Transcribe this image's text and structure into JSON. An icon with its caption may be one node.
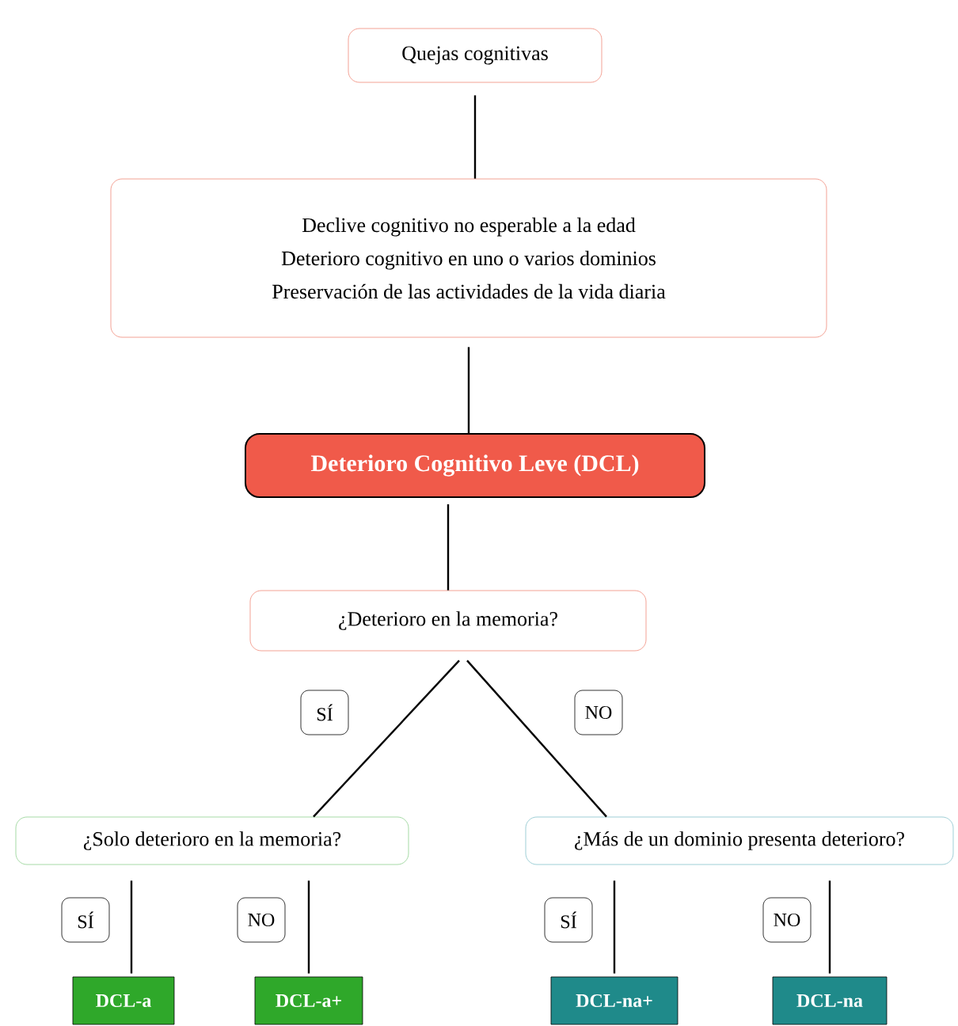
{
  "diagram": {
    "nodes": [
      {
        "text": [
          "Quejas cognitivas"
        ]
      },
      {
        "text": [
          "Declive cognitivo no esperable a la edad",
          "Deterioro cognitivo en uno o varios dominios",
          "Preservación de las actividades de la vida diaria"
        ]
      },
      {
        "text": [
          "Deterioro Cognitivo Leve (DCL)"
        ]
      },
      {
        "text": [
          "¿Deterioro en la memoria?"
        ]
      },
      {
        "text": [
          "¿Solo deterioro en la memoria?"
        ]
      },
      {
        "text": [
          "¿Más de un dominio presenta deterioro?"
        ]
      },
      {
        "text": [
          "DCL-a"
        ]
      },
      {
        "text": [
          "DCL-a+"
        ]
      },
      {
        "text": [
          "DCL-na+"
        ]
      },
      {
        "text": [
          "DCL-na"
        ]
      }
    ],
    "edges": [
      {
        "from": 0,
        "to": 1,
        "arrow": "none"
      },
      {
        "from": 1,
        "to": 2,
        "arrow": "none"
      },
      {
        "from": 2,
        "to": 3,
        "arrow": "none"
      },
      {
        "from": 3,
        "to": 4,
        "arrow": "none",
        "label": "SÍ"
      },
      {
        "from": 3,
        "to": 5,
        "arrow": "none",
        "label": "NO"
      },
      {
        "from": 4,
        "to": 6,
        "arrow": "none",
        "label": "SÍ"
      },
      {
        "from": 4,
        "to": 7,
        "arrow": "none",
        "label": "NO"
      },
      {
        "from": 5,
        "to": 8,
        "arrow": "none",
        "label": "SÍ"
      },
      {
        "from": 5,
        "to": 9,
        "arrow": "none",
        "label": "NO"
      }
    ]
  }
}
